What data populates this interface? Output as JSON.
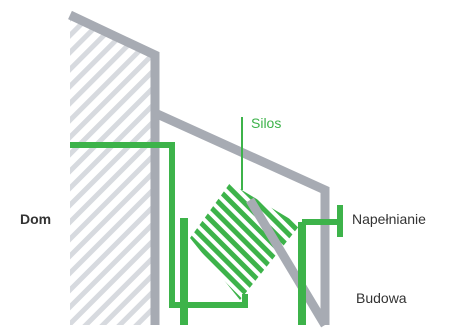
{
  "labels": {
    "house": "Dom",
    "silo": "Silos",
    "filling": "Napełnianie",
    "building": "Budowa"
  },
  "colors": {
    "structure_gray": "#a7abb3",
    "hatch_gray": "#d7dadf",
    "accent_green": "#3db34a",
    "text_dark": "#333333",
    "background": "#ffffff"
  }
}
